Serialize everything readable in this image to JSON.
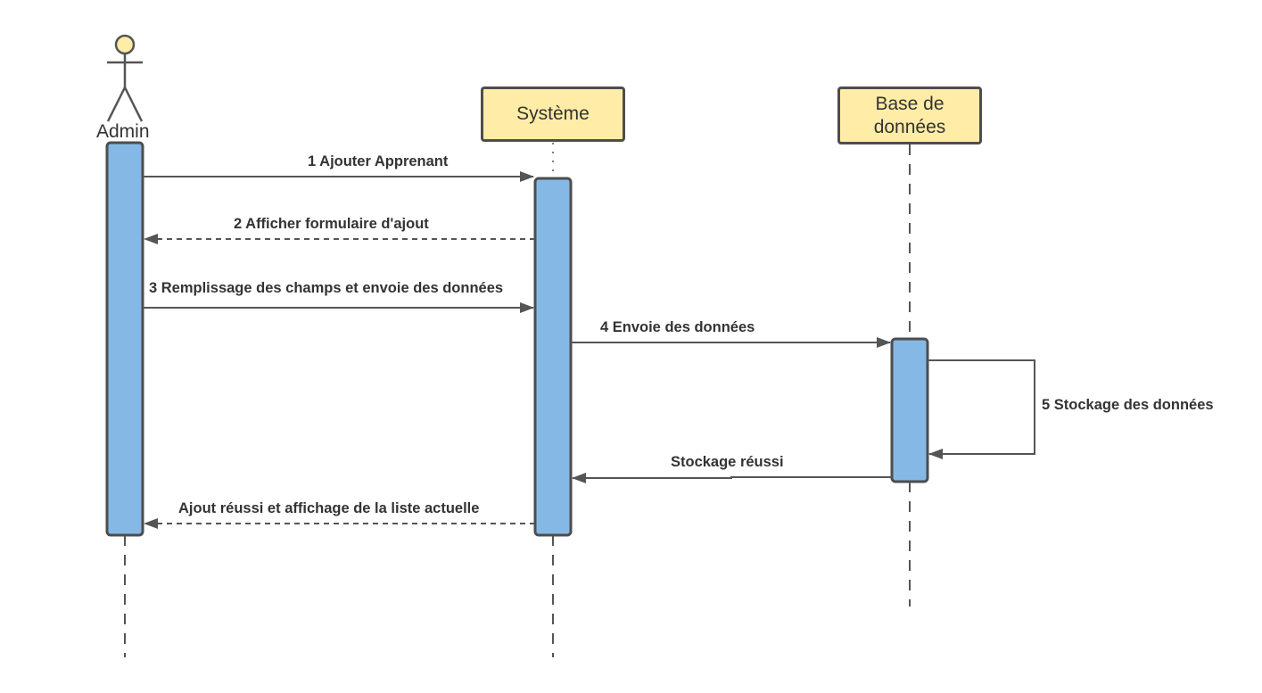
{
  "participants": {
    "admin": {
      "label": "Admin",
      "kind": "actor"
    },
    "systeme": {
      "label": "Système",
      "kind": "box"
    },
    "base": {
      "label": "Base de\ndonnées",
      "kind": "box"
    }
  },
  "messages": [
    {
      "label": "1 Ajouter Apprenant",
      "from": "admin",
      "to": "systeme",
      "style": "solid"
    },
    {
      "label": "2 Afficher formulaire d'ajout",
      "from": "systeme",
      "to": "admin",
      "style": "dashed"
    },
    {
      "label": "3 Remplissage des champs et envoie des données",
      "from": "admin",
      "to": "systeme",
      "style": "solid"
    },
    {
      "label": "4 Envoie des données",
      "from": "systeme",
      "to": "base",
      "style": "solid"
    },
    {
      "label": "5 Stockage des données",
      "from": "base",
      "to": "base",
      "style": "self"
    },
    {
      "label": "Stockage réussi",
      "from": "base",
      "to": "systeme",
      "style": "solid"
    },
    {
      "label": "Ajout réussi et affichage de la liste actuelle",
      "from": "systeme",
      "to": "admin",
      "style": "dashed"
    }
  ],
  "colors": {
    "participant_fill": "#ffeca6",
    "activation_fill": "#85b8e4",
    "outline": "#4d4d4d",
    "line": "#555555",
    "text": "#333333"
  }
}
